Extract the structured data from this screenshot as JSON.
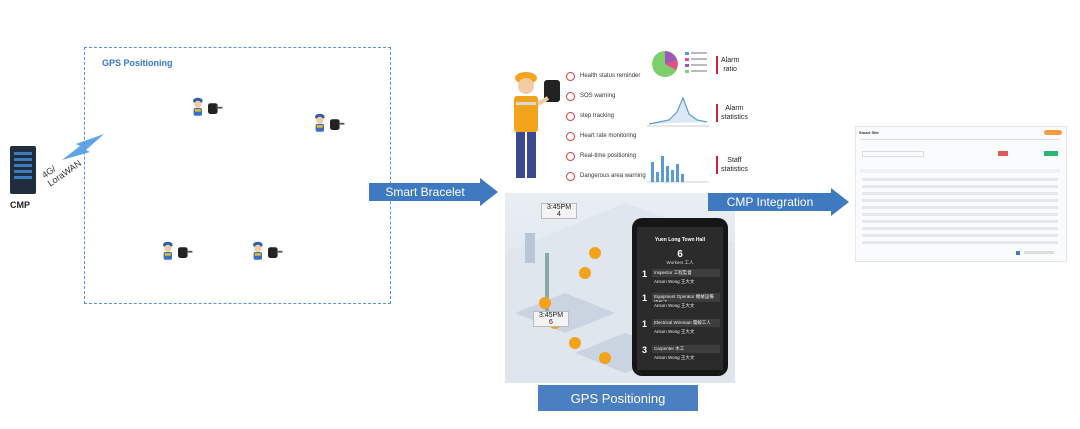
{
  "server": {
    "label": "CMP",
    "connection_line1": "4G/",
    "connection_line2": "LoraWAN"
  },
  "gps_section": {
    "title": "GPS Positioning"
  },
  "arrow1": {
    "label": "Smart Bracelet"
  },
  "arrow2": {
    "label": "CMP Integration"
  },
  "bracelet_features": [
    "Health status reminder",
    "SOS warning",
    "step tracking",
    "Heart rate monitoring",
    "Real-time positioning",
    "Dangerous area warning"
  ],
  "side_labels": {
    "alarm_ratio_1": "Alarm",
    "alarm_ratio_2": "ratio",
    "alarm_stats_1": "Alarm",
    "alarm_stats_2": "statistics",
    "staff_stats_1": "Staff",
    "staff_stats_2": "statistics"
  },
  "site": {
    "clock1_time": "3:45PM",
    "clock1_count": "4",
    "clock2_time": "3:45PM",
    "clock2_count": "6"
  },
  "phone": {
    "title": "Yuen Long Town Hall",
    "workers_count": "6",
    "workers_label": "Workers 工人",
    "rows": [
      {
        "num": "1",
        "role": "Inspector 工程監督",
        "name": "Anson Wong 王大文"
      },
      {
        "num": "1",
        "role": "Equipment Operator 機械設備操作工",
        "name": "Anson Wong 王大文"
      },
      {
        "num": "1",
        "role": "Electrical Wireman 電線工人",
        "name": "Anson Wong 王大文"
      },
      {
        "num": "3",
        "role": "Carpenter 木工",
        "name": "Anson Wong 王大文"
      }
    ]
  },
  "caption": {
    "label": "GPS Positioning"
  },
  "dashboard": {
    "title": "Smart Site"
  },
  "colors": {
    "accent_blue": "#3f79bf",
    "alert_red": "#d43b3b",
    "dash_green": "#2bb673"
  }
}
